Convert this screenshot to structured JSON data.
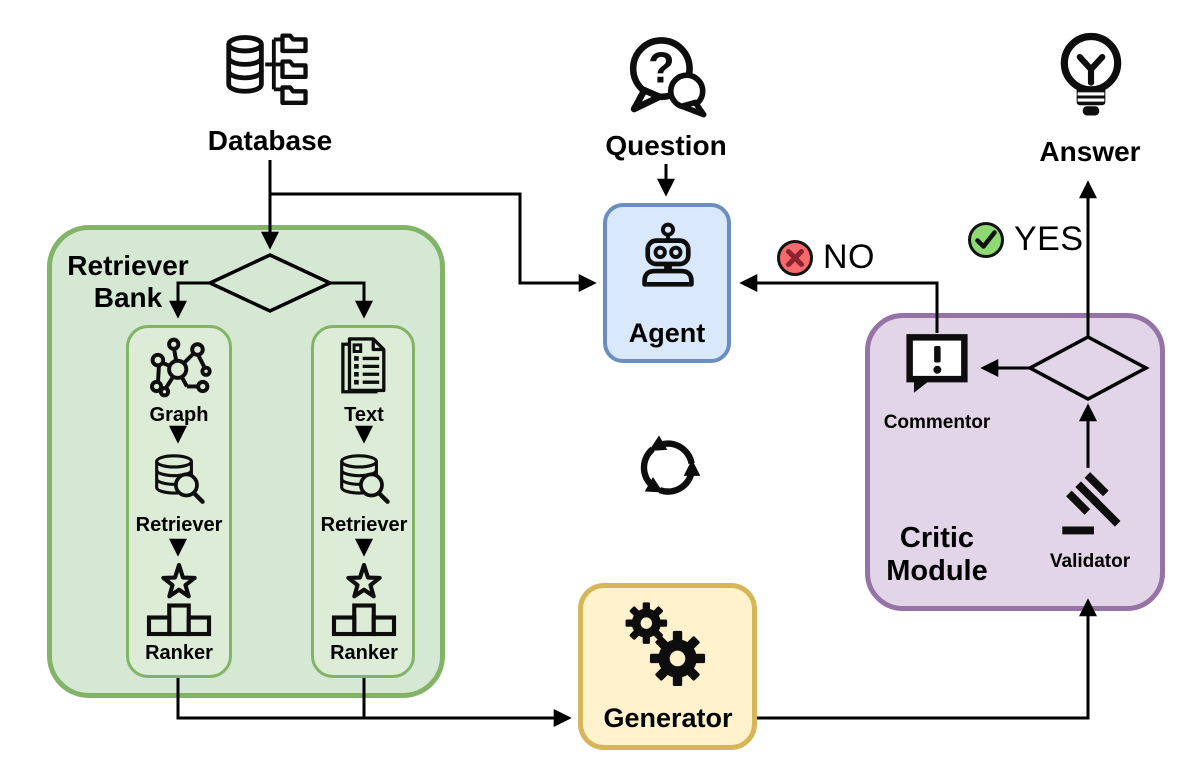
{
  "diagram_type": "flowchart",
  "nodes": {
    "database": {
      "label": "Database",
      "icon": "database-folders-icon"
    },
    "question": {
      "label": "Question",
      "icon": "question-speech-bubbles-icon",
      "glyph": "?"
    },
    "answer": {
      "label": "Answer",
      "icon": "lightbulb-icon"
    },
    "agent": {
      "label": "Agent",
      "icon": "robot-icon",
      "fill": "#dae8fc",
      "border": "#6c8ebf"
    },
    "generator": {
      "label": "Generator",
      "icon": "gears-icon",
      "fill": "#fff2cc",
      "border": "#d6b656"
    },
    "retriever_bank": {
      "label": "Retriever Bank",
      "fill": "#d5e8d4",
      "inner_fill": "#dcecd6",
      "border": "#82b366",
      "graph_branch": {
        "source": {
          "label": "Graph",
          "icon": "graph-network-icon"
        },
        "retriever": {
          "label": "Retriever",
          "icon": "database-search-icon"
        },
        "ranker": {
          "label": "Ranker",
          "icon": "star-podium-icon"
        }
      },
      "text_branch": {
        "source": {
          "label": "Text",
          "icon": "text-document-icon"
        },
        "retriever": {
          "label": "Retriever",
          "icon": "database-search-icon"
        },
        "ranker": {
          "label": "Ranker",
          "icon": "star-podium-icon"
        }
      }
    },
    "critic_module": {
      "label": "Critic Module",
      "fill": "#e1d5e7",
      "border": "#9673a6",
      "commentor": {
        "label": "Commentor",
        "icon": "alert-speech-bubble-icon"
      },
      "validator": {
        "label": "Validator",
        "icon": "gavel-icon"
      }
    }
  },
  "edges": {
    "no": {
      "label": "NO",
      "icon": "x-circle-icon",
      "badge_fill": "#f8696b",
      "mark_color": "#8a2430"
    },
    "yes": {
      "label": "YES",
      "icon": "check-circle-icon",
      "badge_fill": "#8ed973",
      "mark_color": "#111111"
    }
  },
  "loop_icon": "cycle-arrows-icon",
  "line_color": "#000000"
}
